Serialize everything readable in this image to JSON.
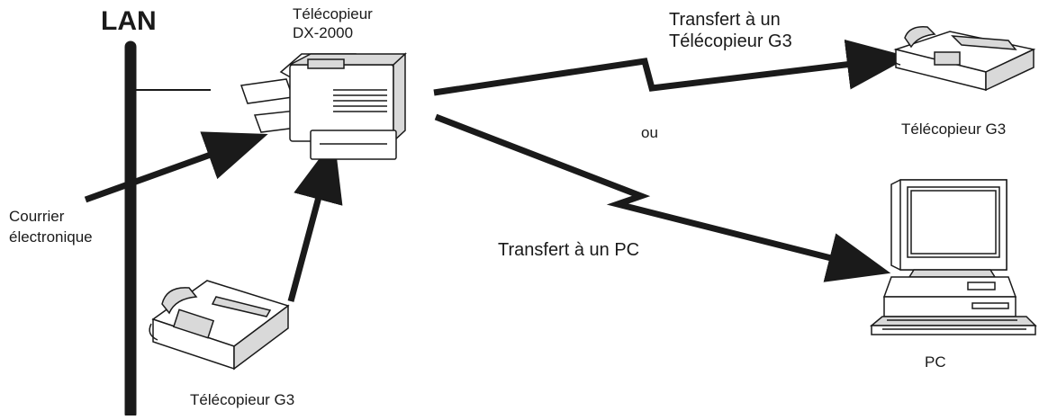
{
  "labels": {
    "lan": "LAN",
    "dx_line1": "Télécopieur",
    "dx_line2": "DX-2000",
    "fwd_g3_line1": "Transfert à un",
    "fwd_g3_line2": "Télécopieur G3",
    "g3_right": "Télécopieur G3",
    "or": "ou",
    "email_line1": "Courrier",
    "email_line2": "électronique",
    "fwd_pc": "Transfert à un PC",
    "g3_bottom": "Télécopieur G3",
    "pc": "PC"
  },
  "colors": {
    "ink": "#1a1a1a",
    "device_fill": "#ffffff",
    "device_shade": "#d9d9d9"
  }
}
